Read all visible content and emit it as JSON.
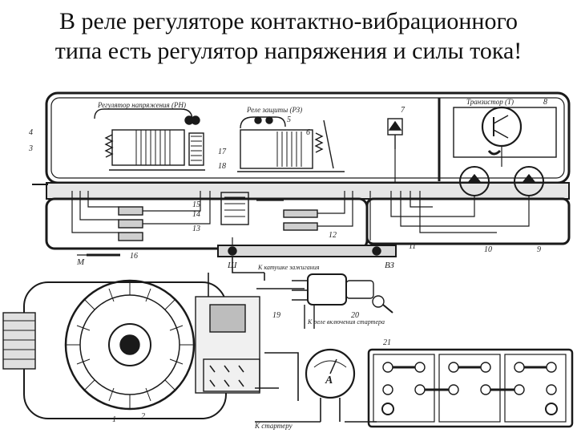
{
  "title": {
    "line1": "В реле регуляторе контактно-вибрационного",
    "line2": "типа есть регулятор напряжения и силы тока!"
  },
  "diagram": {
    "labels": {
      "voltage_regulator": "Регулятор напряжения (РН)",
      "protection_relay": "Реле защиты (РЗ)",
      "transistor": "Транзистор (Т)",
      "ignition_switch": "К катушке зажигания",
      "starter_relay": "К реле включения стартера",
      "to_starter": "К стартеру",
      "terminal_m": "М",
      "terminal_sh": "Ш",
      "terminal_vz": "ВЗ",
      "ammeter": "А"
    },
    "numbers": {
      "n1": "1",
      "n2": "2",
      "n3": "3",
      "n4": "4",
      "n5": "5",
      "n6": "6",
      "n7": "7",
      "n8": "8",
      "n9": "9",
      "n10": "10",
      "n11": "11",
      "n12": "12",
      "n13": "13",
      "n14": "14",
      "n15": "15",
      "n16": "16",
      "n17": "17",
      "n18": "18",
      "n19": "19",
      "n20": "20",
      "n21": "21"
    }
  }
}
